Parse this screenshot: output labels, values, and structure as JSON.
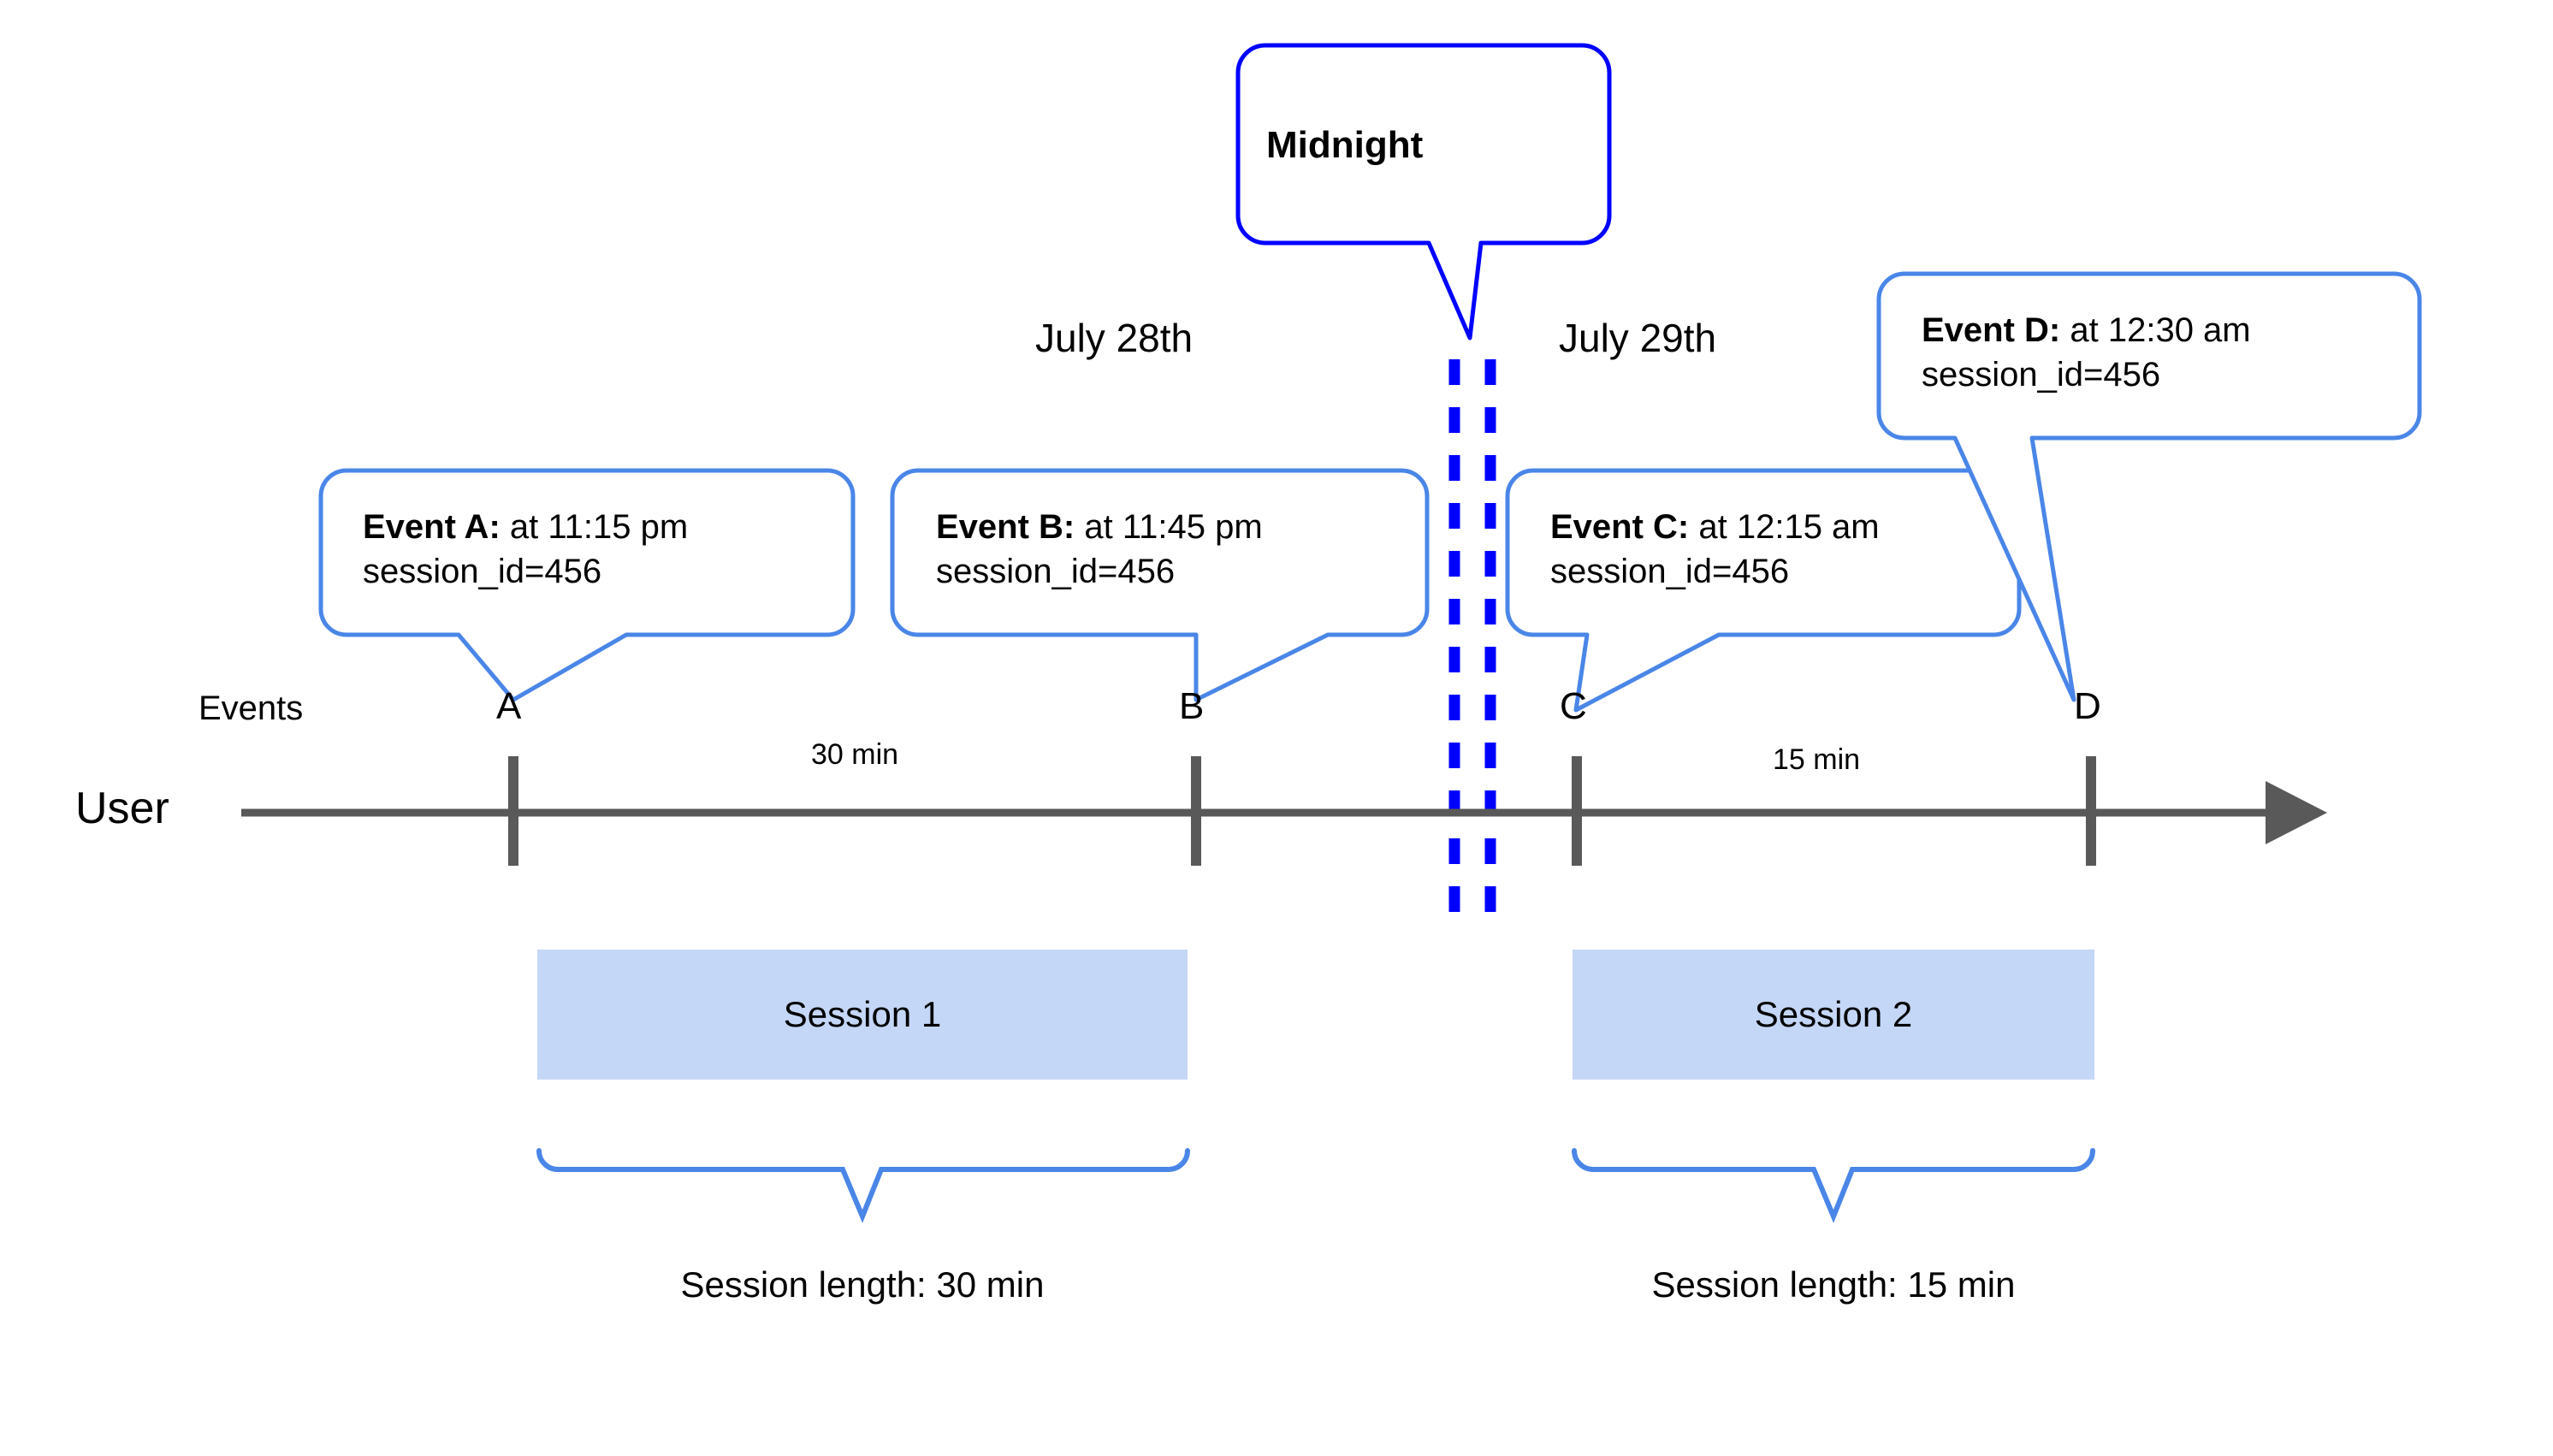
{
  "diagram": {
    "title_callout": {
      "label": "Midnight"
    },
    "dates": [
      {
        "name": "july-28",
        "label": "July 28th"
      },
      {
        "name": "july-29",
        "label": "July 29th"
      }
    ],
    "axis": {
      "row_label": "User",
      "events_label": "Events"
    },
    "events": [
      {
        "key": "A",
        "marker": "A",
        "title": "Event A:",
        "time": " at 11:15 pm",
        "session_id": "session_id=456"
      },
      {
        "key": "B",
        "marker": "B",
        "title": "Event B:",
        "time": " at 11:45 pm",
        "session_id": "session_id=456"
      },
      {
        "key": "C",
        "marker": "C",
        "title": "Event C:",
        "time": " at 12:15 am",
        "session_id": "session_id=456"
      },
      {
        "key": "D",
        "marker": "D",
        "title": "Event D:",
        "time": " at 12:30 am",
        "session_id": "session_id=456"
      }
    ],
    "gaps": [
      {
        "name": "gap-a-b",
        "label": "30 min"
      },
      {
        "name": "gap-c-d",
        "label": "15 min"
      }
    ],
    "sessions": [
      {
        "name": "session-1",
        "label": "Session 1",
        "length_label": "Session length: 30 min"
      },
      {
        "name": "session-2",
        "label": "Session 2",
        "length_label": "Session length: 15 min"
      }
    ],
    "colors": {
      "callout_border": "#4A86E8",
      "midnight_border": "#0000FF",
      "midnight_dash": "#0000FF",
      "axis": "#595959",
      "session_fill": "#C5D7F7",
      "brace": "#4A86E8",
      "text": "#000000",
      "background": "#FFFFFF"
    }
  }
}
